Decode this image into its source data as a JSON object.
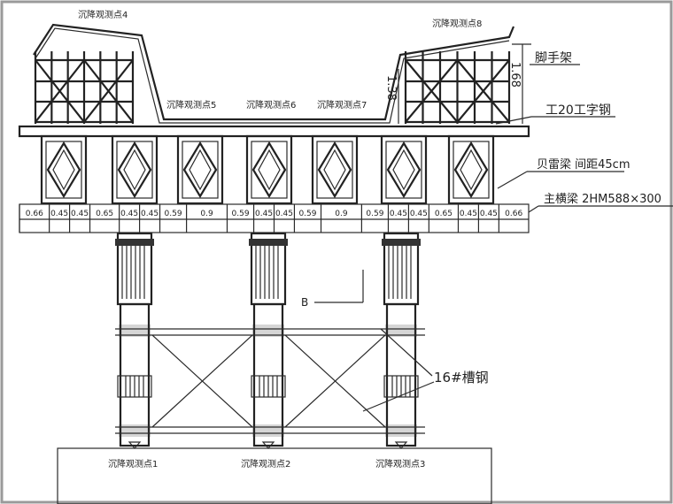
{
  "labels": {
    "point1": "沉降观测点1",
    "point2": "沉降观测点2",
    "point3": "沉降观测点3",
    "point4": "沉降观测点4",
    "point5": "沉降观测点5",
    "point6": "沉降观测点6",
    "point7": "沉降观测点7",
    "point8": "沉降观测点8",
    "scaffold": "脚手架",
    "i_beam": "工20工字钢",
    "bailey": "贝雷梁 间距45cm",
    "main_beam": "主横梁 2HM588×300",
    "channel": "16#槽钢",
    "section": "B",
    "height_left": "1.38",
    "height_right": "1.68"
  },
  "dimensions": [
    "0.66",
    "0.45",
    "0.45",
    "0.65",
    "0.45",
    "0.45",
    "0.59",
    "0.9",
    "0.59",
    "0.45",
    "0.45",
    "0.59",
    "0.9",
    "0.59",
    "0.45",
    "0.45",
    "0.65",
    "0.45",
    "0.45",
    "0.66"
  ],
  "colors": {
    "line": "#2a2a2a",
    "frame": "#9a9a9a"
  }
}
